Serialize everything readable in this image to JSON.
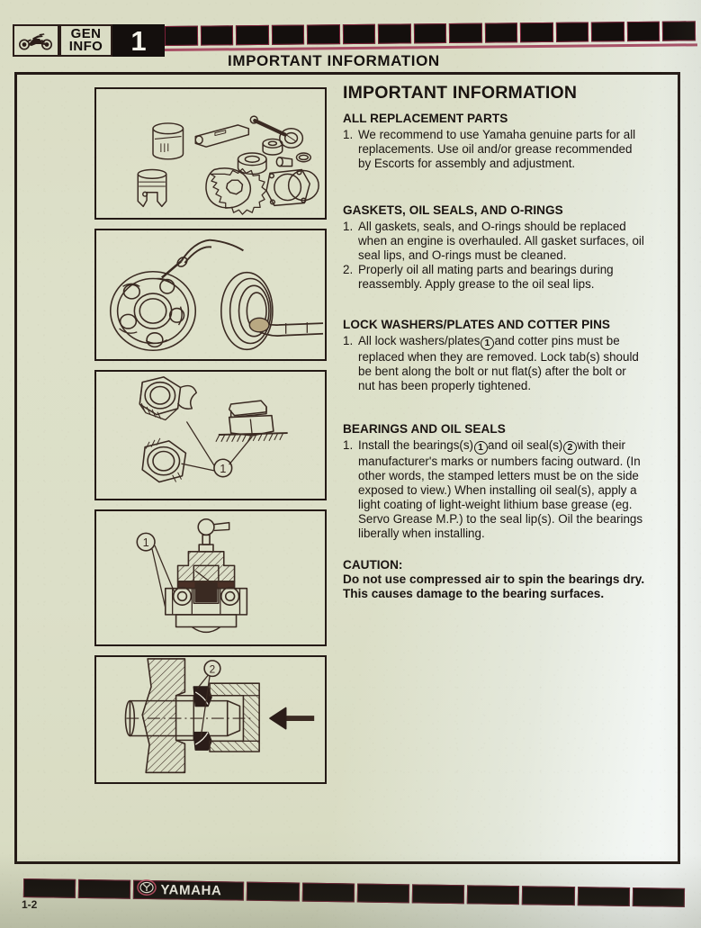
{
  "header": {
    "bike_icon": "motorcycle-icon",
    "section_label_line1": "GEN",
    "section_label_line2": "INFO",
    "chapter_number": "1",
    "running_title": "IMPORTANT INFORMATION",
    "bar_segments": 15,
    "accent_color": "#9e3552"
  },
  "main": {
    "title": "IMPORTANT INFORMATION",
    "sections": [
      {
        "heading": "ALL REPLACEMENT PARTS",
        "items": [
          {
            "num": "1.",
            "text": "We recommend to use Yamaha genuine parts for all replacements. Use oil and/or grease recommended by Escorts for assembly and adjustment."
          }
        ]
      },
      {
        "heading": "GASKETS, OIL SEALS, AND O-RINGS",
        "items": [
          {
            "num": "1.",
            "text": "All gaskets, seals, and O-rings should be replaced when an engine is overhauled. All gasket surfaces, oil seal lips, and O-rings must be cleaned."
          },
          {
            "num": "2.",
            "text": "Properly oil all mating parts and bearings during reassembly. Apply grease to the oil seal lips."
          }
        ]
      },
      {
        "heading": "LOCK WASHERS/PLATES AND COTTER PINS",
        "items": [
          {
            "num": "1.",
            "text_a": "All lock washers/plates",
            "callout_1": "1",
            "text_b": "and cotter pins must be replaced when they are removed. Lock tab(s) should be bent along the bolt or nut flat(s) after the bolt or nut has been properly tightened."
          }
        ]
      },
      {
        "heading": "BEARINGS AND OIL SEALS",
        "items": [
          {
            "num": "1.",
            "text_a": "Install the bearings(s)",
            "callout_1": "1",
            "text_b": "and oil seal(s)",
            "callout_2": "2",
            "text_c": "with their manufacturer's marks or numbers facing outward. (In other words, the stamped letters must be on the side exposed to view.) When installing oil seal(s), apply a light coating of light-weight lithium base grease (eg. Servo Grease M.P.) to the seal lip(s). Oil the bearings liberally when installing."
          }
        ]
      }
    ],
    "caution": {
      "heading": "CAUTION:",
      "text": "Do not use compressed air to spin the bearings dry. This causes damage to the bearing surfaces."
    }
  },
  "figures": [
    {
      "name": "replacement-parts-figure",
      "caption": ""
    },
    {
      "name": "bearing-oiling-and-seal-greasing-figure",
      "caption": ""
    },
    {
      "name": "lock-washers-figure",
      "callouts": [
        "1"
      ]
    },
    {
      "name": "bearing-installation-figure",
      "callouts": [
        "1"
      ]
    },
    {
      "name": "oil-seal-installation-figure",
      "callouts": [
        "2"
      ]
    }
  ],
  "footer": {
    "brand": "YAMAHA",
    "brand_logo": "yamaha-tuning-fork-logo",
    "page_number": "1-2",
    "bar_segments": 11
  }
}
